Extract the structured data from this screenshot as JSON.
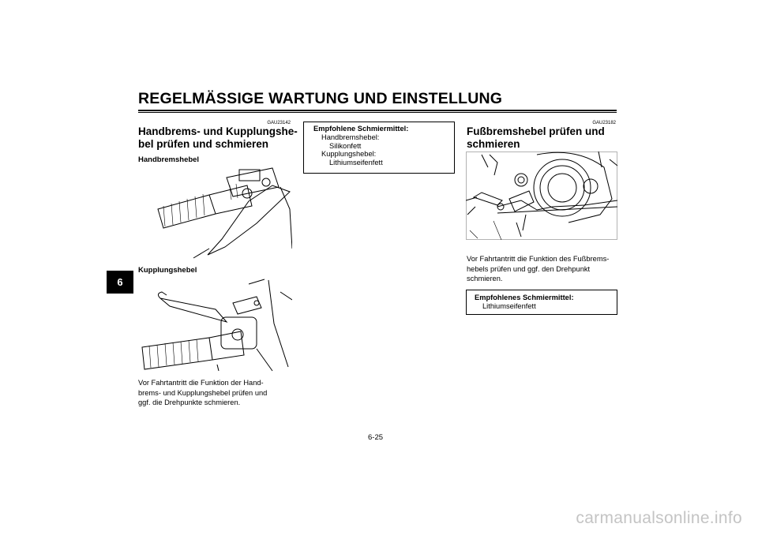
{
  "header": {
    "title": "REGELMÄSSIGE WARTUNG UND EINSTELLUNG",
    "chapter": "6"
  },
  "left": {
    "code": "GAU23142",
    "heading_line1": "Handbrems- und Kupplungshe-",
    "heading_line2": "bel prüfen und schmieren",
    "sub1": "Handbremshebel",
    "sub2": "Kupplungshebel",
    "para_lines": [
      "Vor Fahrtantritt die Funktion der Hand-",
      "brems- und Kupplungshebel prüfen und",
      "ggf. die Drehpunkte schmieren."
    ]
  },
  "middle_box": {
    "title": "Empfohlene Schmiermittel:",
    "line1": "Handbremshebel:",
    "line2": "Silikonfett",
    "line3": "Kupplungshebel:",
    "line4": "Lithiumseifenfett"
  },
  "right": {
    "code": "GAU23182",
    "heading_line1": "Fußbremshebel prüfen und",
    "heading_line2": "schmieren",
    "para_lines": [
      "Vor Fahrtantritt die Funktion des Fußbrems-",
      "hebels prüfen und ggf. den Drehpunkt",
      "schmieren."
    ],
    "box_title": "Empfohlenes Schmiermittel:",
    "box_line1": "Lithiumseifenfett"
  },
  "footer": {
    "page_number": "6-25",
    "watermark": "carmanualsonline.info"
  }
}
